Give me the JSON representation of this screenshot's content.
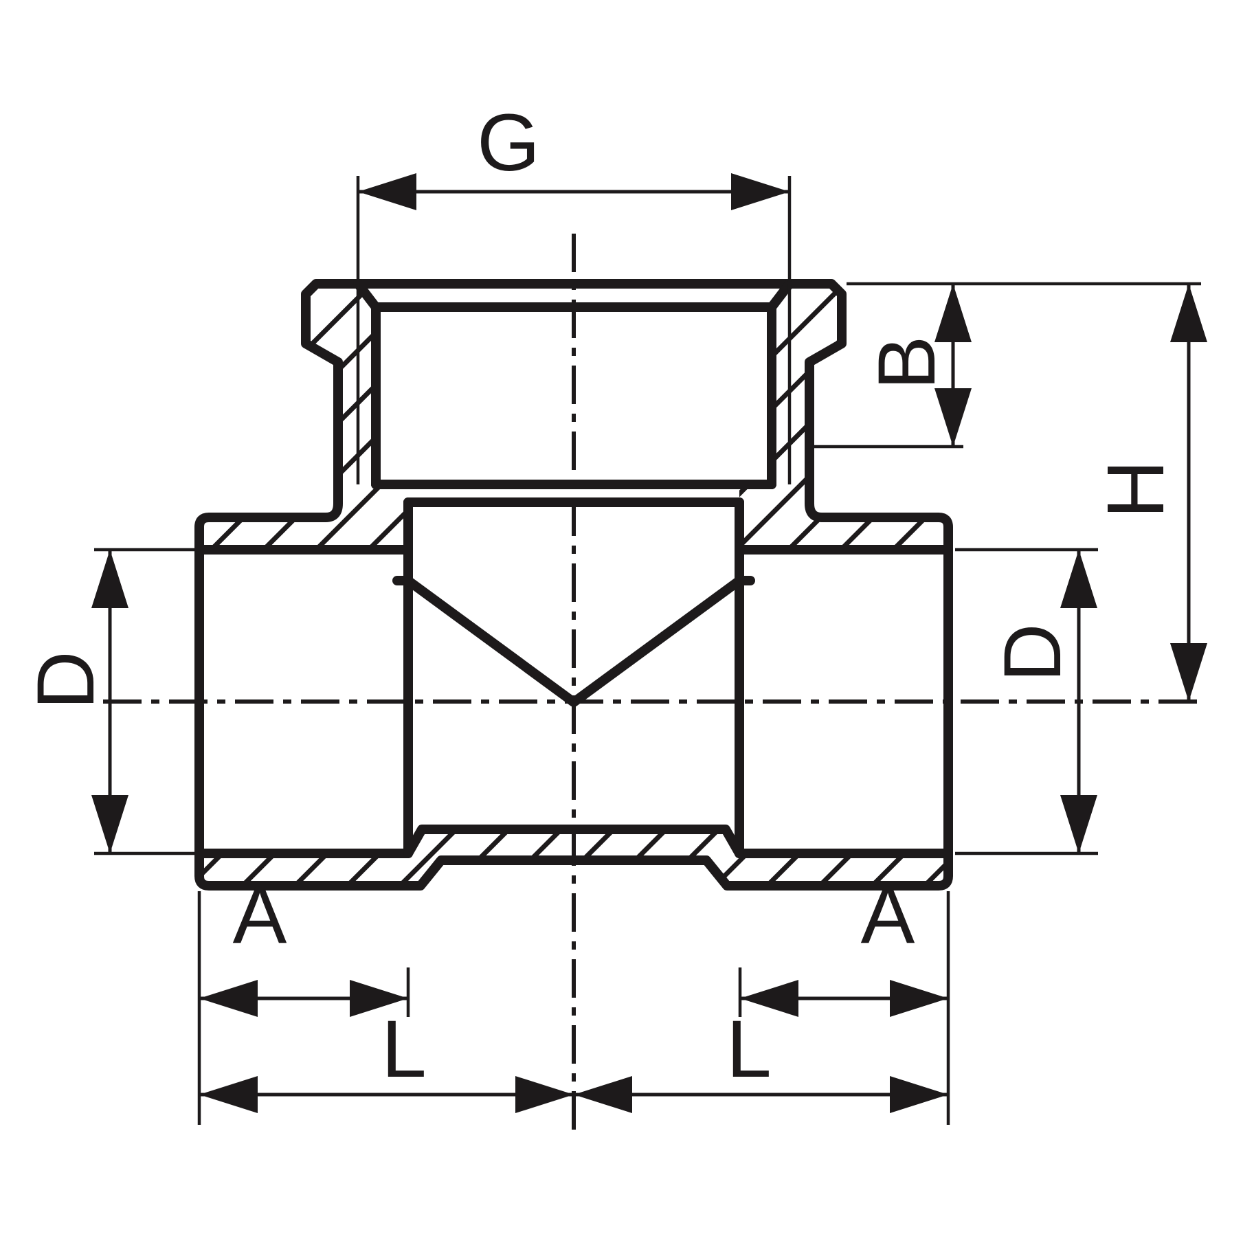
{
  "drawing": {
    "title": "tee-fitting-cross-section",
    "type": "dimensioned technical drawing",
    "colors": {
      "line": "#1d1a1b",
      "background": "#ffffff"
    },
    "labels": {
      "thread_size_top": "G",
      "thread_depth_top": "B",
      "height_center": "H",
      "bore_left": "D",
      "bore_right": "D",
      "socket_depth_left": "A",
      "socket_depth_right": "A",
      "center_to_end_left": "L",
      "center_to_end_right": "L"
    }
  }
}
